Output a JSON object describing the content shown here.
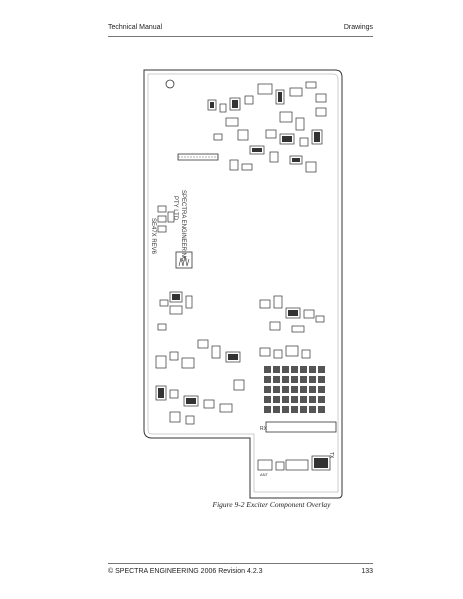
{
  "header": {
    "left": "Technical Manual",
    "right": "Drawings"
  },
  "board": {
    "maker_line1": "SPECTRA ENGINEERING",
    "maker_line2": "PTY LTD",
    "revision": "SE47X REV6",
    "rx_label": "RX",
    "tx_label": "TX",
    "ant_label": "ANT"
  },
  "caption": "Figure 9-2  Exciter Component Overlay",
  "footer": {
    "left": "© SPECTRA ENGINEERING 2006 Revision 4.2.3",
    "page_number": "133"
  }
}
